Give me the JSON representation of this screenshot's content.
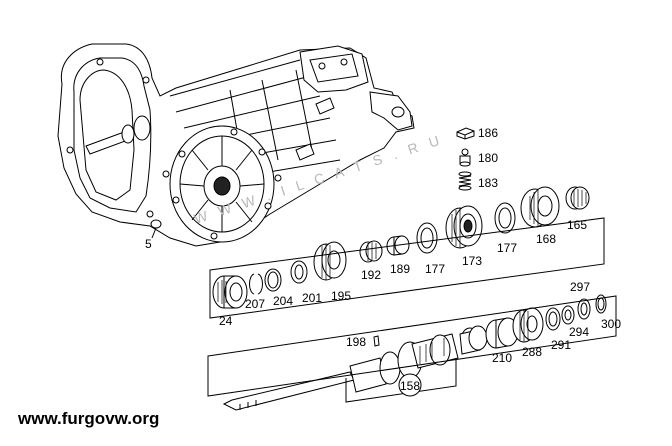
{
  "watermark": "W W W . I L C A T S . R U",
  "site": "www.furgovw.org",
  "labels": {
    "p5": "5",
    "p186": "186",
    "p180": "180",
    "p183": "183",
    "p165": "165",
    "p168": "168",
    "p177a": "177",
    "p173": "173",
    "p177b": "177",
    "p189": "189",
    "p192": "192",
    "p195": "195",
    "p201": "201",
    "p204": "204",
    "p207": "207",
    "p24": "24",
    "p297": "297",
    "p300": "300",
    "p294": "294",
    "p291": "291",
    "p288": "288",
    "p210": "210",
    "p198": "198",
    "p158": "158"
  }
}
